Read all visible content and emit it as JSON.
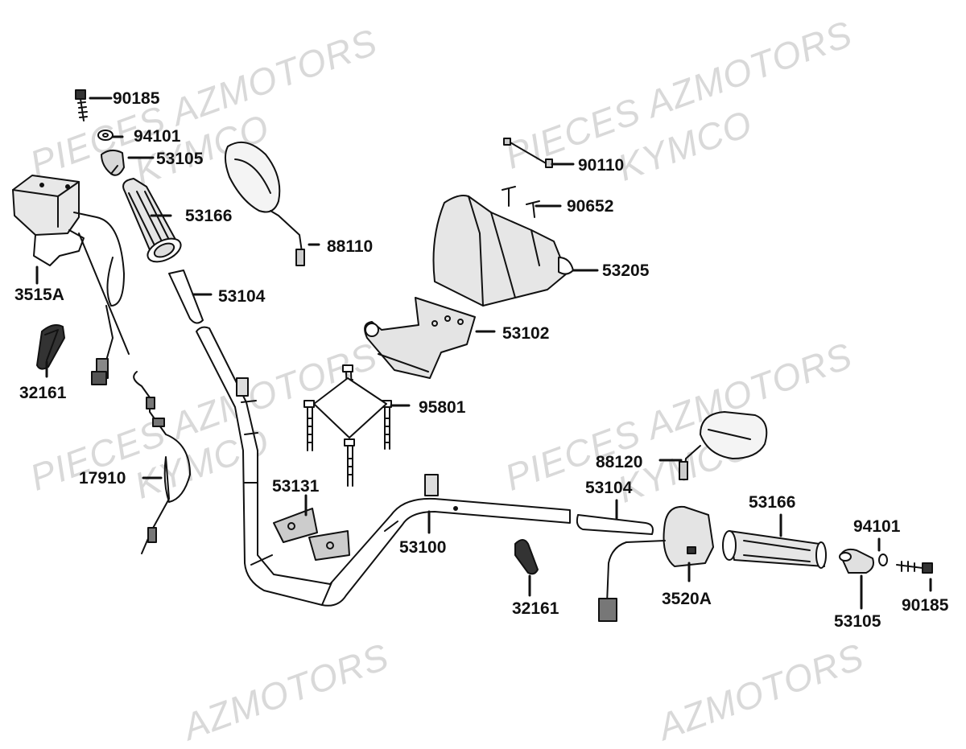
{
  "watermark": {
    "brand_line": "PIECES AZMOTORS",
    "maker_line": "KYMCO",
    "footer_line": "AZMOTORS",
    "color": "#d9d9d9"
  },
  "parts": {
    "p90185_left": "90185",
    "p94101_left": "94101",
    "p53105_left": "53105",
    "p53166_left": "53166",
    "p88110": "88110",
    "p3515A": "3515A",
    "p53104_left": "53104",
    "p32161_left": "32161",
    "p90110": "90110",
    "p90652": "90652",
    "p53205": "53205",
    "p53102": "53102",
    "p95801": "95801",
    "p17910": "17910",
    "p53131": "53131",
    "p53100": "53100",
    "p88120": "88120",
    "p53104_right": "53104",
    "p53166_right": "53166",
    "p94101_right": "94101",
    "p32161_right": "32161",
    "p3520A": "3520A",
    "p53105_right": "53105",
    "p90185_right": "90185"
  },
  "colors": {
    "line": "#111111",
    "fill_light": "#f2f2f2",
    "fill_mid": "#d0d0d0",
    "fill_dark": "#555555"
  }
}
